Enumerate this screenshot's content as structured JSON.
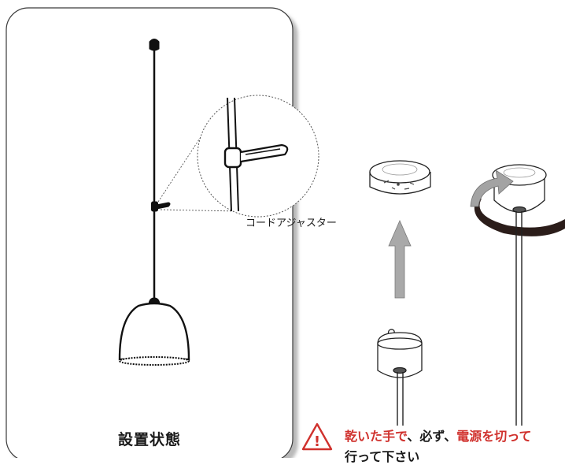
{
  "caption": "設置状態",
  "callout_label": "コードアジャスター",
  "warning": {
    "line1": [
      {
        "text": "乾いた手で",
        "tone": "red"
      },
      {
        "text": "、必ず、",
        "tone": "dark"
      },
      {
        "text": "電源を切って",
        "tone": "red"
      }
    ],
    "line2": "行って下さい",
    "icon_symbol": "!"
  },
  "colors": {
    "warning_red": "#d0312d",
    "arrow_gray": "#a9a9a9",
    "twist_band": "#2b1d1a",
    "twist_arrow": "#a3a3a3",
    "text": "#1a1a1a"
  }
}
